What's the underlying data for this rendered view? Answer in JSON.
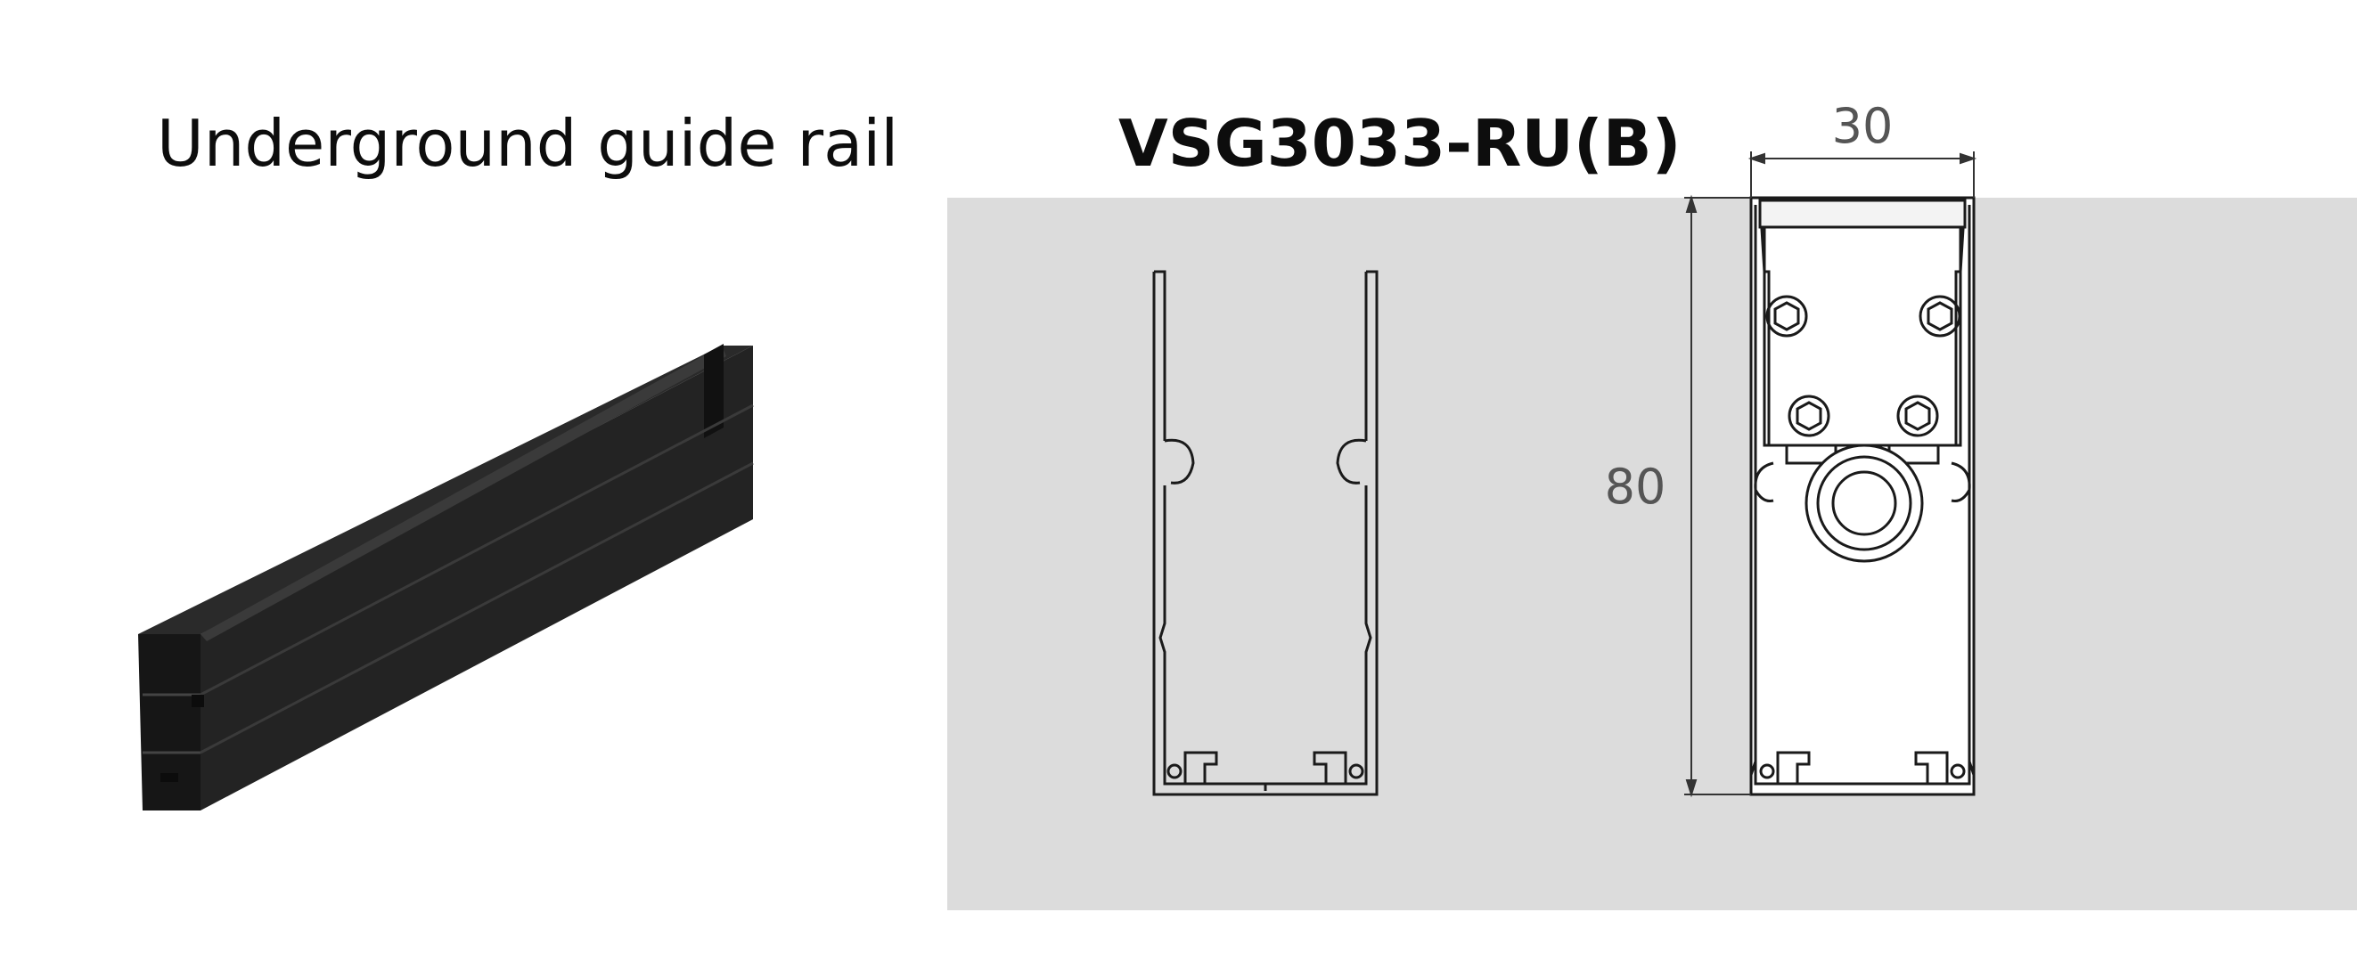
{
  "header": {
    "left_title": "Underground guide rail",
    "right_title": "VSG3033-RU(B)"
  },
  "dimensions": {
    "width": "30",
    "height": "80"
  },
  "colors": {
    "panel": "#dcdcdc",
    "rail_dark": "#1e1e1e",
    "line": "#1a1a1a",
    "dimension_text": "#555555"
  }
}
